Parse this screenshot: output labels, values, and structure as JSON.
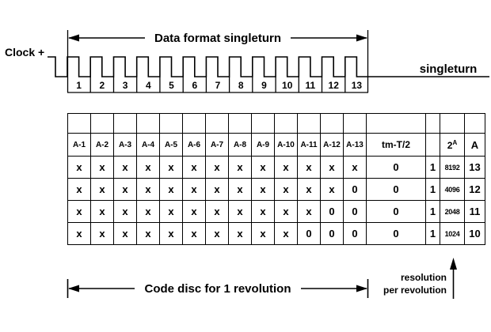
{
  "top": {
    "clock_label": "Clock +",
    "span_label": "Data format singleturn",
    "right_label": "singleturn",
    "pulses": [
      "1",
      "2",
      "3",
      "4",
      "5",
      "6",
      "7",
      "8",
      "9",
      "10",
      "11",
      "12",
      "13"
    ]
  },
  "table": {
    "headers": [
      "A-1",
      "A-2",
      "A-3",
      "A-4",
      "A-5",
      "A-6",
      "A-7",
      "A-8",
      "A-9",
      "A-10",
      "A-11",
      "A-12",
      "A-13"
    ],
    "tm_header": "tm-T/2",
    "power_base": "2",
    "power_sup": "A",
    "a_header": "A",
    "rows": [
      {
        "bits": [
          "x",
          "x",
          "x",
          "x",
          "x",
          "x",
          "x",
          "x",
          "x",
          "x",
          "x",
          "x",
          "x"
        ],
        "tm": "0",
        "one": "1",
        "pow": "8192",
        "a": "13"
      },
      {
        "bits": [
          "x",
          "x",
          "x",
          "x",
          "x",
          "x",
          "x",
          "x",
          "x",
          "x",
          "x",
          "x",
          "0"
        ],
        "tm": "0",
        "one": "1",
        "pow": "4096",
        "a": "12"
      },
      {
        "bits": [
          "x",
          "x",
          "x",
          "x",
          "x",
          "x",
          "x",
          "x",
          "x",
          "x",
          "x",
          "0",
          "0"
        ],
        "tm": "0",
        "one": "1",
        "pow": "2048",
        "a": "11"
      },
      {
        "bits": [
          "x",
          "x",
          "x",
          "x",
          "x",
          "x",
          "x",
          "x",
          "x",
          "x",
          "0",
          "0",
          "0"
        ],
        "tm": "0",
        "one": "1",
        "pow": "1024",
        "a": "10"
      }
    ]
  },
  "bottom": {
    "span_label": "Code disc for 1 revolution",
    "note_line1": "resolution",
    "note_line2": "per revolution"
  }
}
